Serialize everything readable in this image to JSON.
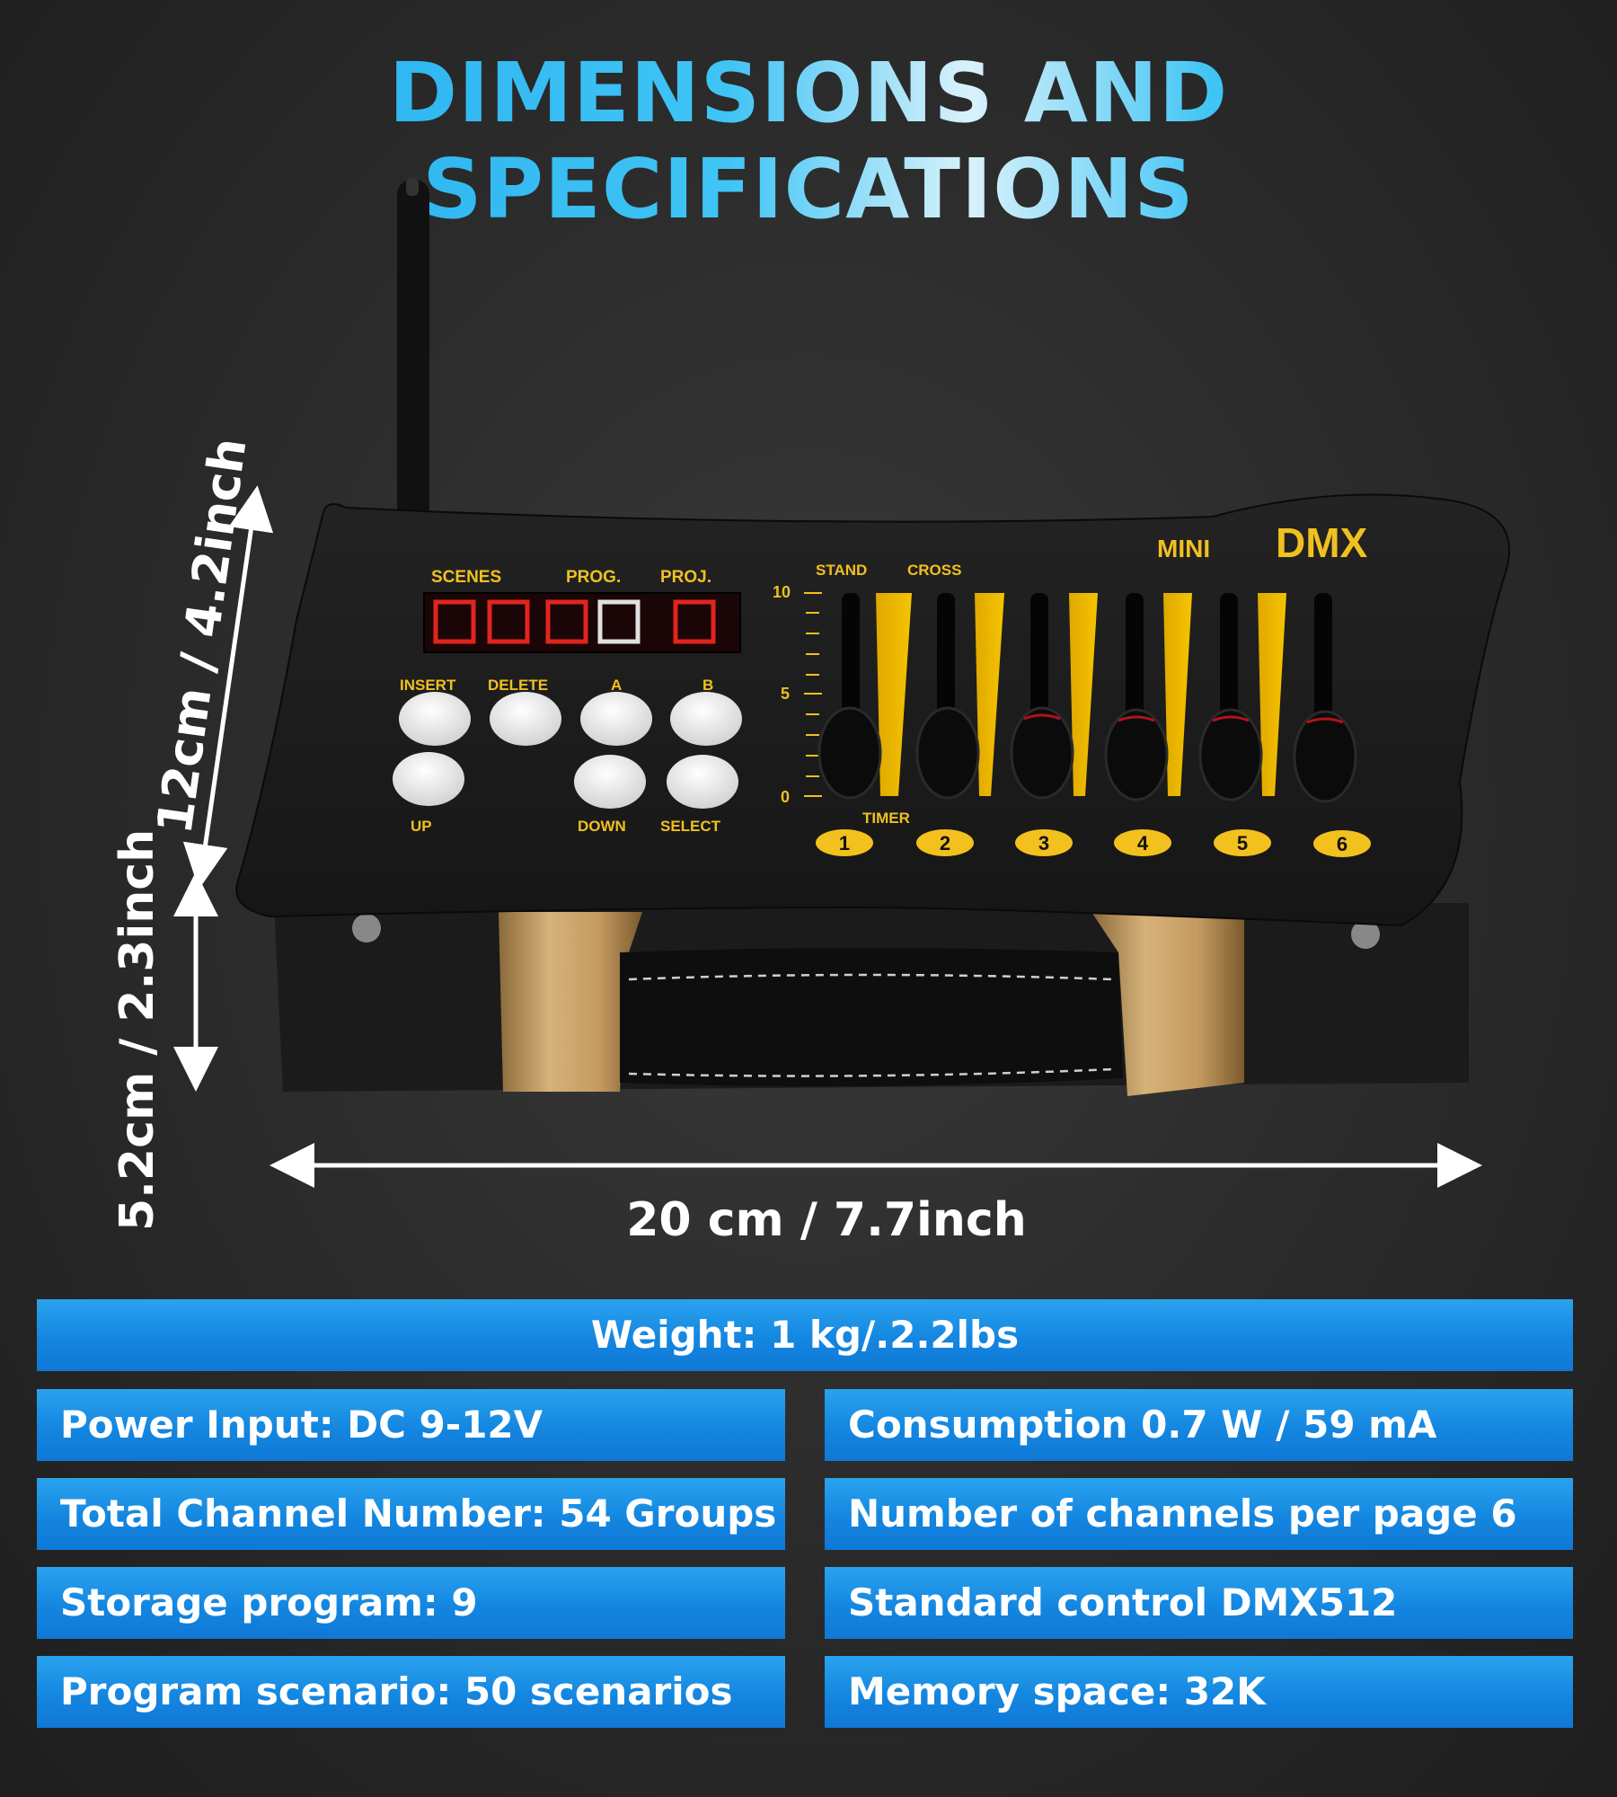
{
  "title": "DIMENSIONS AND SPECIFICATIONS",
  "dimensions": {
    "height_top": "12cm / 4.2inch",
    "height_bottom": "5.2cm / 2.3inch",
    "width": "20 cm / 7.7inch"
  },
  "device": {
    "brand_small": "MINI",
    "brand_large": "DMX",
    "display_labels": [
      "SCENES",
      "PROG.",
      "PROJ."
    ],
    "button_labels_top": [
      "INSERT",
      "DELETE",
      "A",
      "B"
    ],
    "button_labels_bottom": [
      "UP",
      "DOWN",
      "SELECT"
    ],
    "fader_header": [
      "STAND",
      "CROSS"
    ],
    "scale": [
      "10",
      "5",
      "0"
    ],
    "timer_label": "TIMER",
    "channels": [
      "1",
      "2",
      "3",
      "4",
      "5",
      "6"
    ],
    "accent_color": "#f2c11d"
  },
  "specs": {
    "weight": "Weight: 1 kg/.2.2lbs",
    "rows": [
      {
        "left": "Power Input: DC 9-12V",
        "right": "Consumption 0.7 W / 59 mA"
      },
      {
        "left": "Total Channel Number: 54 Groups",
        "right": "Number of channels per page 6"
      },
      {
        "left": "Storage program: 9",
        "right": "Standard control DMX512"
      },
      {
        "left": "Program scenario: 50 scenarios",
        "right": "Memory space: 32K"
      }
    ],
    "bar_color": "#1a8fe6"
  }
}
